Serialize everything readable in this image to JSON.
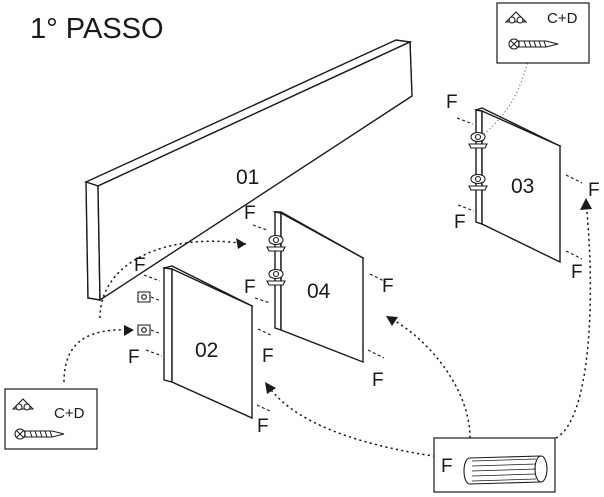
{
  "title": "1° PASSO",
  "panels": {
    "p01": "01",
    "p02": "02",
    "p03": "03",
    "p04": "04"
  },
  "dowel_label": "F",
  "cam_kit_label": "C+D",
  "icons": {
    "cam_lock": "cam-lock-icon",
    "screw": "screw-icon",
    "dowel": "wooden-dowel-icon"
  }
}
